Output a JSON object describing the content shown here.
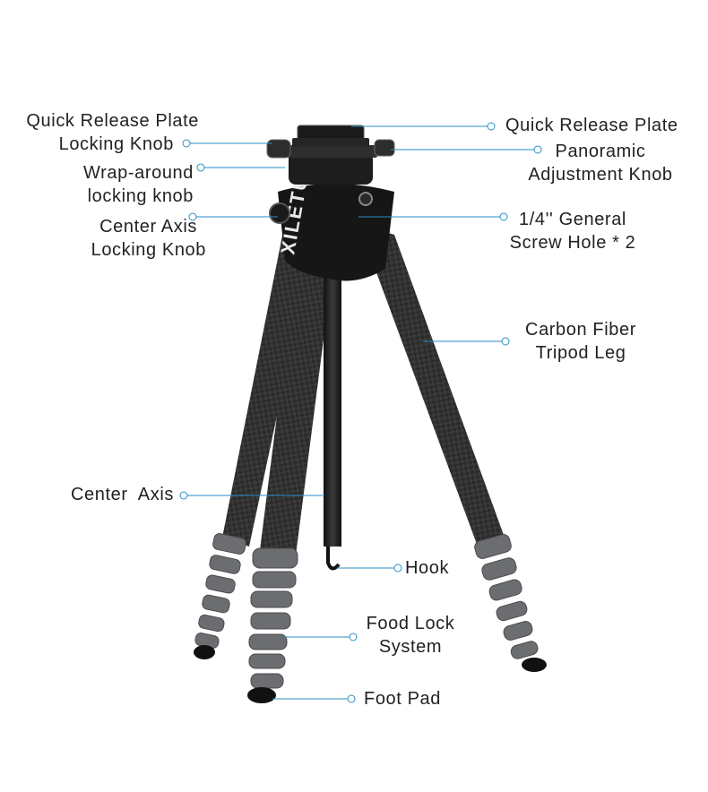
{
  "brand": "XILETU",
  "colors": {
    "leader": "#2a8fc4",
    "carbon": "#2b2b2b",
    "grip": "#6b6d70",
    "metal": "#1a1a1a"
  },
  "callouts": {
    "qr_lock_knob": [
      "Quick Release Plate",
      "Locking Knob"
    ],
    "wrap_knob": [
      "Wrap-around",
      "locking knob"
    ],
    "center_axis_lock": [
      "Center Axis",
      "Locking Knob"
    ],
    "center_axis": [
      "Center  Axis"
    ],
    "qr_plate": [
      "Quick Release Plate"
    ],
    "panoramic": [
      "Panoramic",
      "Adjustment Knob"
    ],
    "screw_hole": [
      "1/4'' General",
      "Screw Hole * 2"
    ],
    "carbon_leg": [
      "Carbon Fiber",
      "Tripod Leg"
    ],
    "hook": [
      "Hook"
    ],
    "foot_lock": [
      "Food Lock",
      "System"
    ],
    "foot_pad": [
      "Foot Pad"
    ]
  }
}
